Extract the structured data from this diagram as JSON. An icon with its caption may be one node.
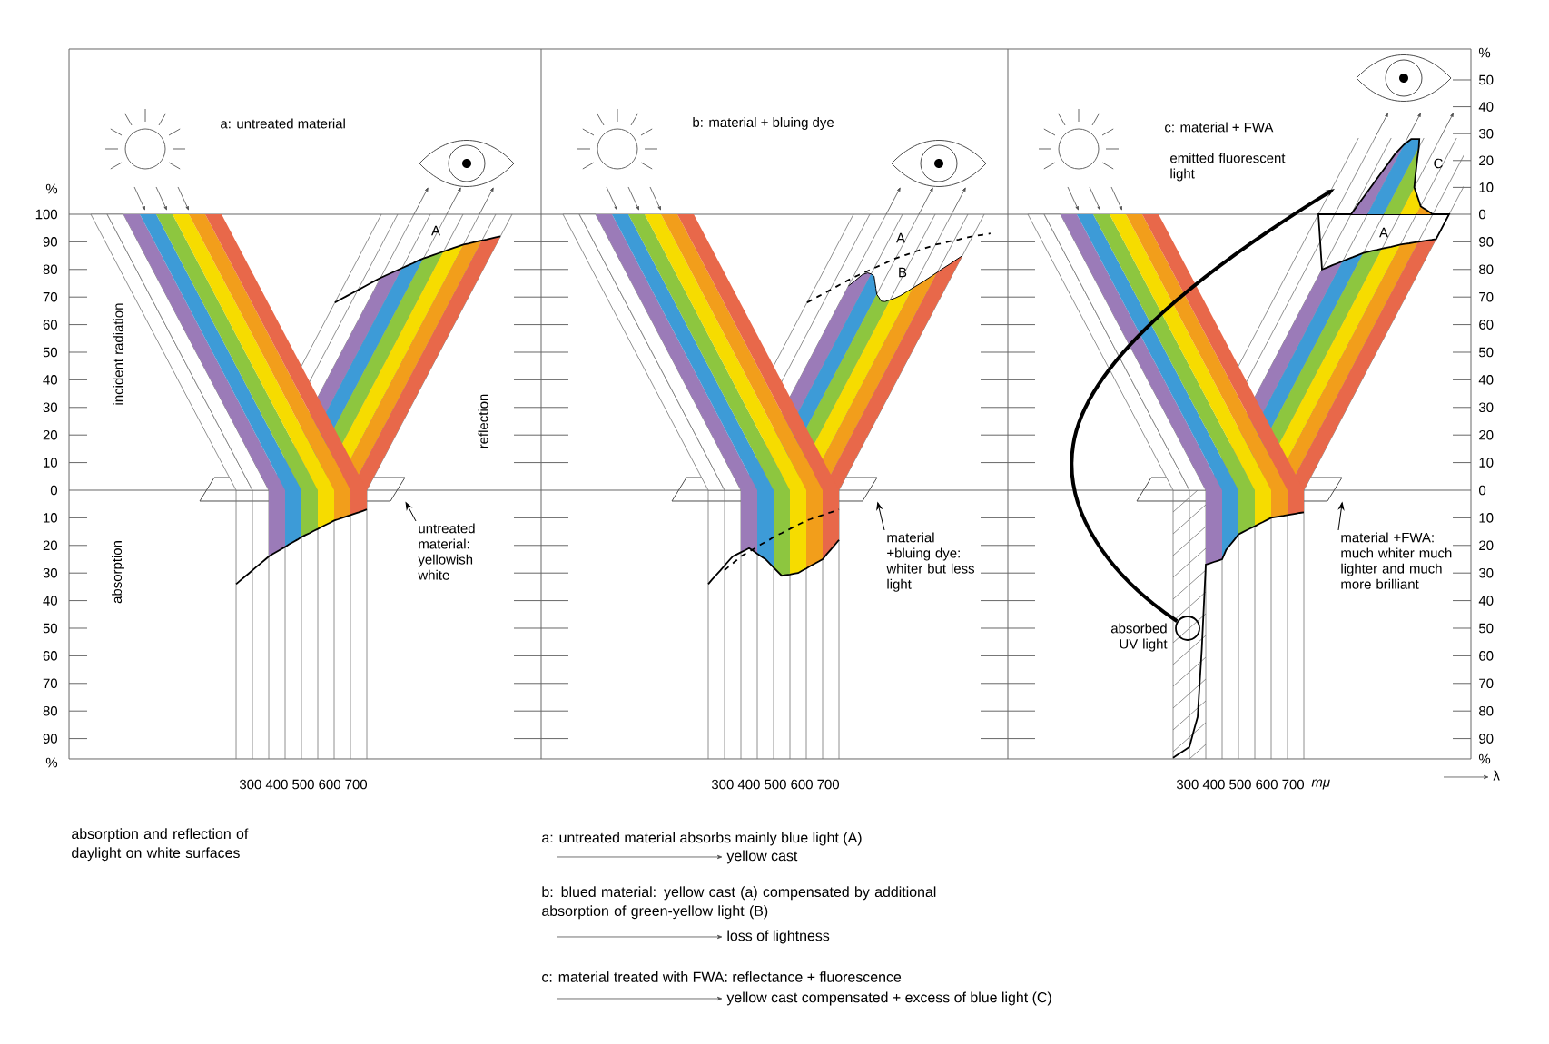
{
  "diagram": {
    "nodes": [
      {
        "text": [
          "untreated material: yellowish white"
        ]
      },
      {
        "text": [],
        "shape": "parallelogram"
      },
      {
        "text": [
          "material +bluing dye: whiter but less light"
        ]
      },
      {
        "text": [],
        "shape": "parallelogram"
      },
      {
        "text": [
          "material +FWA: much whiter much lighter and much more brilliant"
        ]
      },
      {
        "text": [],
        "shape": "parallelogram"
      },
      {
        "text": [],
        "shape": "circle",
        "beside": [
          "absorbed UV light"
        ]
      }
    ],
    "edges": [
      {
        "from": 0,
        "to": 1,
        "arrow": "to"
      },
      {
        "from": 2,
        "to": 3,
        "arrow": "to"
      },
      {
        "from": 4,
        "to": 5,
        "arrow": "to"
      },
      {
        "from": 6,
        "to": null,
        "arrow": "to",
        "style": "thick"
      }
    ],
    "labels": [
      "a: untreated material",
      "b: material + bluing dye",
      "c: material + FWA",
      "emitted fluorescent light",
      "%",
      "100",
      "90",
      "80",
      "70",
      "60",
      "50",
      "40",
      "30",
      "20",
      "10",
      "0",
      "10",
      "20",
      "30",
      "40",
      "50",
      "60",
      "70",
      "80",
      "90",
      "%",
      "incident radiation",
      "reflection",
      "absorption",
      "A",
      "A",
      "B",
      "A",
      "C",
      "%",
      "50",
      "40",
      "30",
      "20",
      "10",
      "0",
      "90",
      "80",
      "70",
      "60",
      "50",
      "40",
      "30",
      "20",
      "10",
      "0",
      "10",
      "20",
      "30",
      "40",
      "50",
      "60",
      "70",
      "80",
      "90",
      "%",
      "300 400 500 600 700",
      "300 400 500 600 700",
      "300 400 500 600 700",
      "mμ",
      "λ",
      "absorption and reflection of daylight on white surfaces",
      "a: untreated material absorbs mainly blue light (A)",
      "yellow cast",
      "b: blued material: yellow cast (a) compensated by additional absorption of green-yellow light (B)",
      "loss of lightness",
      "c: material treated with FWA: reflectance + fluorescence",
      "yellow cast compensated + excess of blue light (C)"
    ]
  }
}
